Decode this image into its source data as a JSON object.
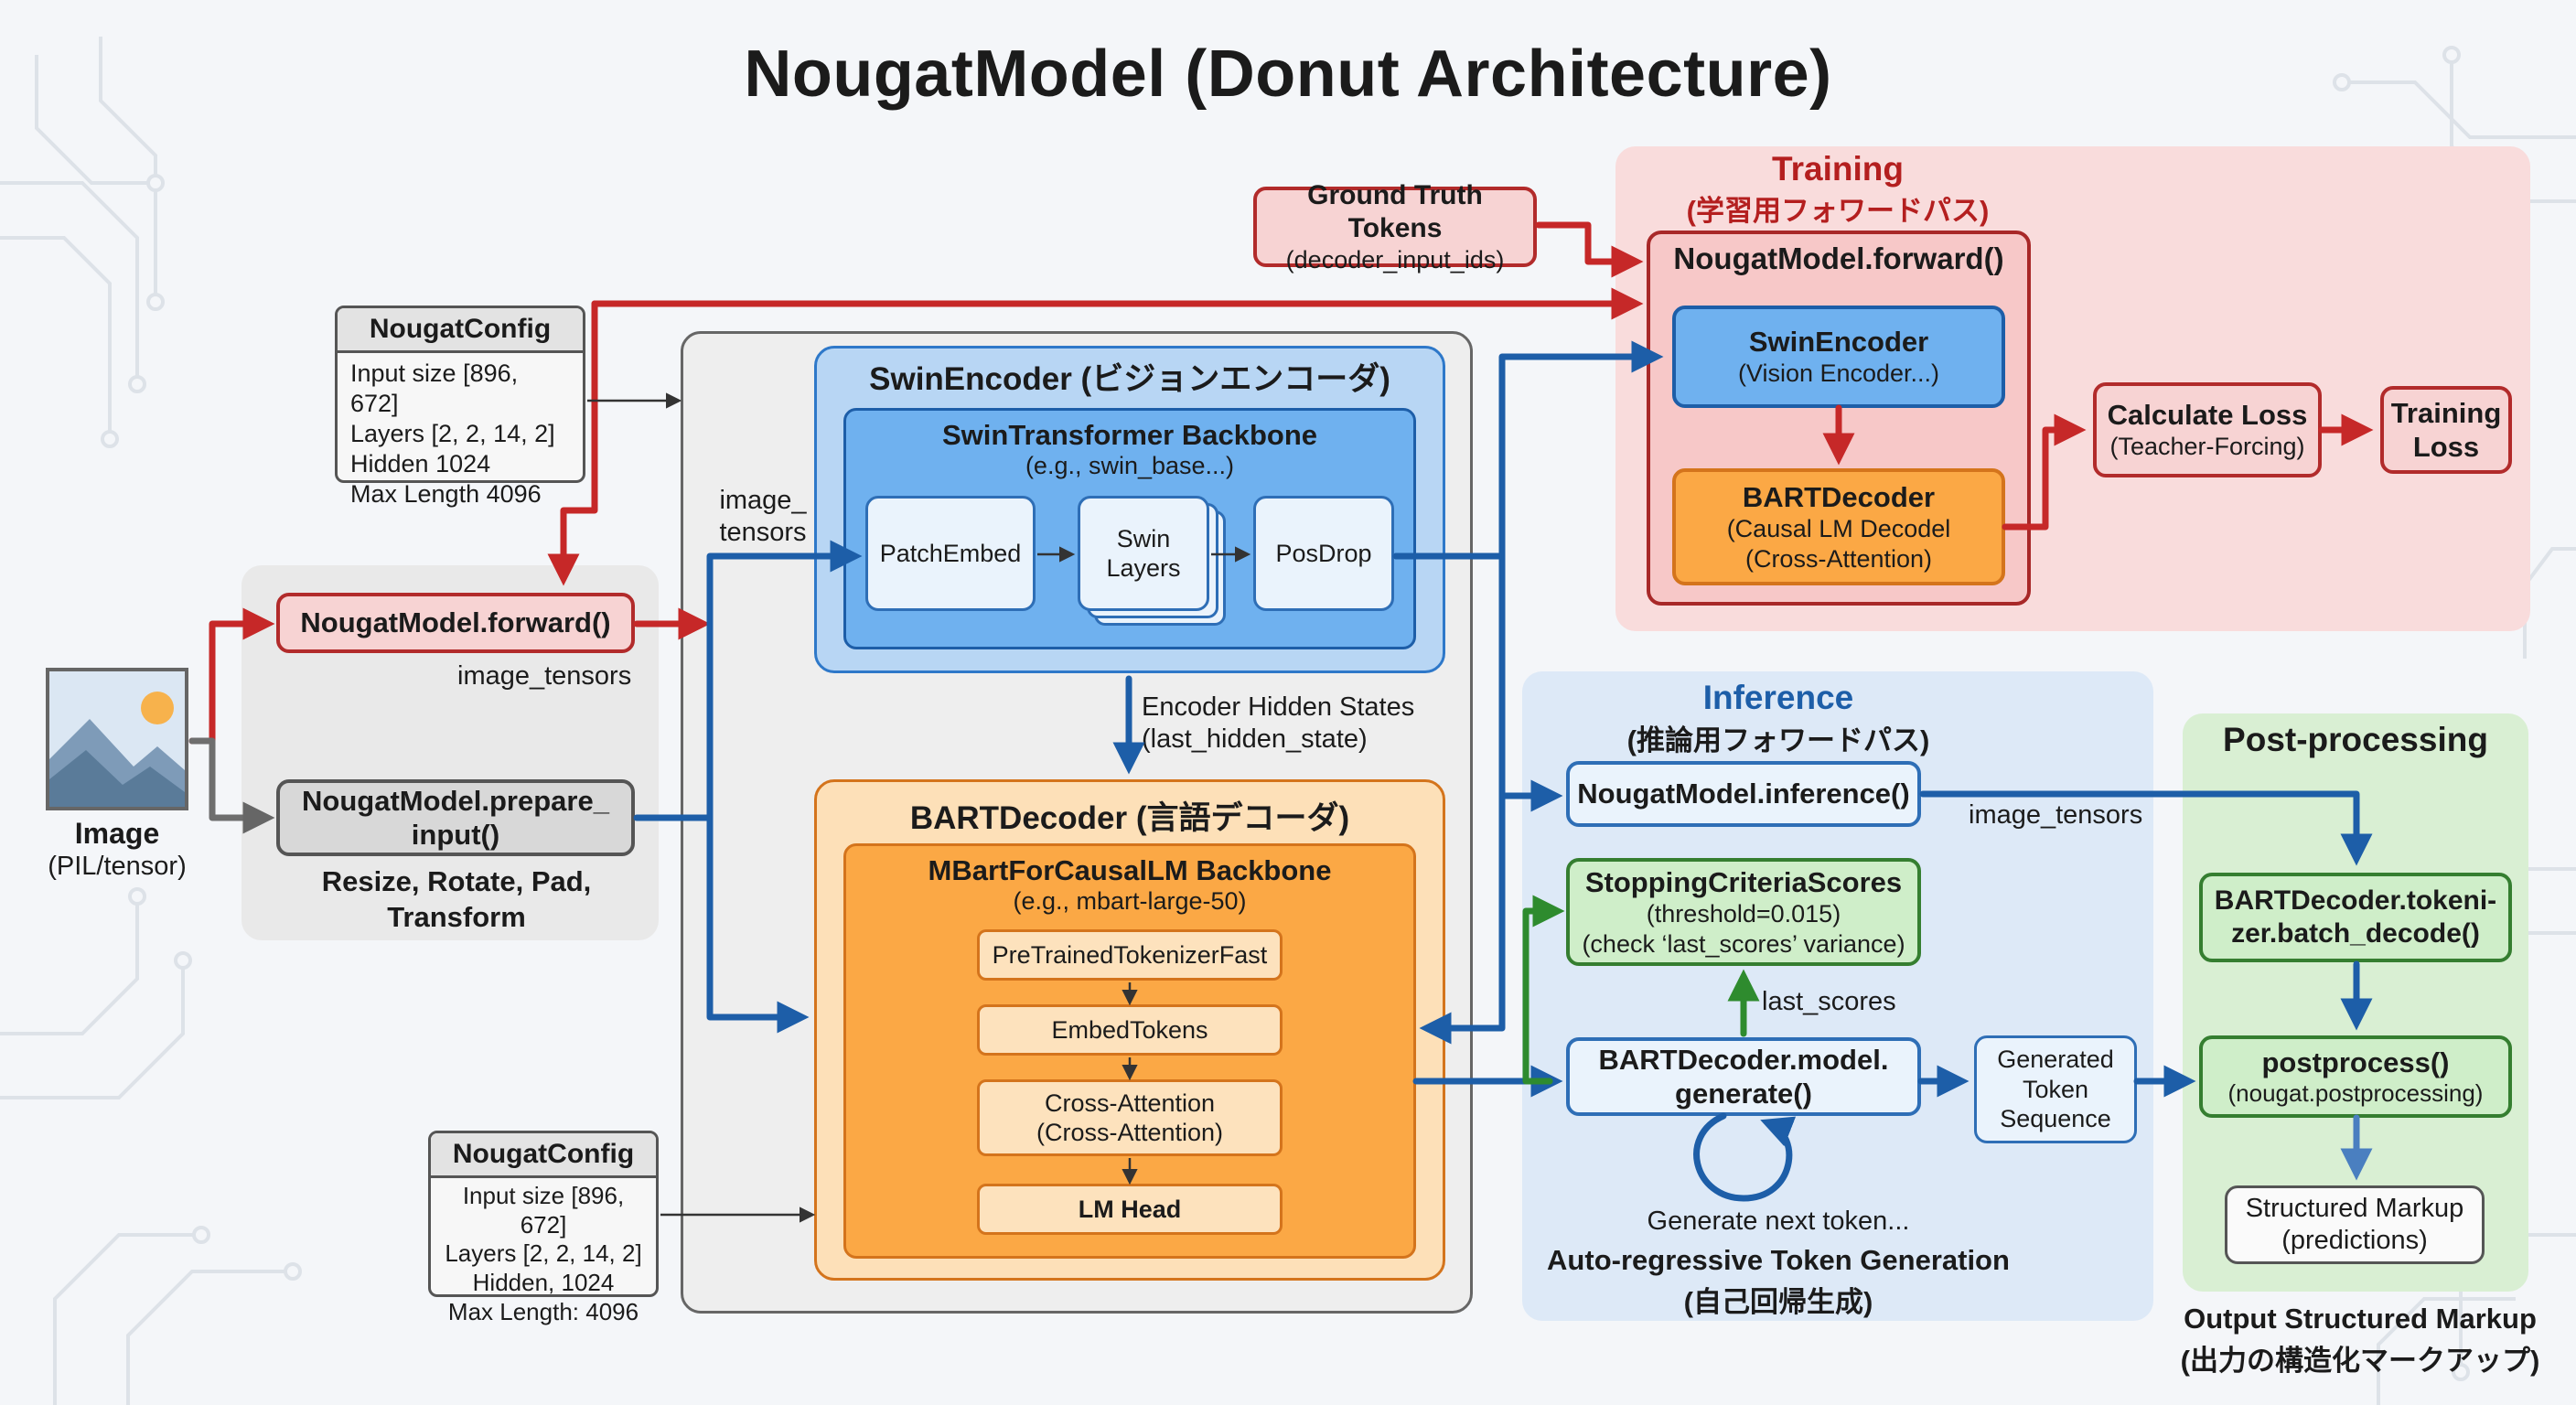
{
  "title": "NougatModel (Donut Architecture)",
  "colors": {
    "training": "#b41f1f",
    "inference": "#1d5ea8",
    "post": "#357e30",
    "encoder": "#2e78c9",
    "decoder": "#e38a2a"
  },
  "input": {
    "label": "Image",
    "sub": "(PIL/tensor)",
    "icon": "image-icon"
  },
  "preprocess": {
    "forward_label": "NougatModel.forward()",
    "image_tensors": "image_tensors",
    "prepare_label": "NougatModel.prepare_\ninput()",
    "caption": "Resize, Rotate, Pad,\nTransform"
  },
  "config_top": {
    "header": "NougatConfig",
    "rows": [
      "Input size [896, 672]",
      "Layers  [2, 2, 14, 2]",
      "Hidden 1024",
      "Max Length 4096"
    ]
  },
  "config_bottom": {
    "header": "NougatConfig",
    "rows": [
      "Input size [896, 672]",
      "Layers [2, 2, 14, 2]",
      "Hidden, 1024",
      "Max Length: 4096"
    ]
  },
  "encoder": {
    "title": "SwinEncoder (ビジョンエンコーダ)",
    "backbone": "SwinTransformer Backbone",
    "backbone_sub": "(e.g., swin_base...)",
    "image_tensors_label": "image_\ntensors",
    "patch_embed": "PatchEmbed",
    "swin_layers": "Swin\nLayers",
    "pos_drop": "PosDrop",
    "hidden_states": "Encoder Hidden States\n(last_hidden_state)"
  },
  "decoder": {
    "title": "BARTDecoder (言語デコーダ)",
    "backbone": "MBartForCausalLM Backbone",
    "backbone_sub": "(e.g., mbart-large-50)",
    "tokenizer": "PreTrainedTokenizerFast",
    "embed": "EmbedTokens",
    "cross": "Cross-Attention",
    "cross_sub": "(Cross-Attention)",
    "lm_head": "LM Head"
  },
  "training": {
    "title": "Training",
    "subtitle": "(学習用フォワードパス)",
    "gt": "Ground Truth Tokens",
    "gt_sub": "(decoder_input_ids)",
    "forward": "NougatModel.forward()",
    "swin": "SwinEncoder",
    "swin_sub": "(Vision Encoder...)",
    "bart": "BARTDecoder",
    "bart_sub": "(Causal LM Decodel\n(Cross-Attention)",
    "loss": "Calculate Loss",
    "loss_sub": "(Teacher-Forcing)",
    "training_loss": "Training\nLoss"
  },
  "inference": {
    "title": "Inference",
    "subtitle": "(推論用フォワードパス)",
    "call": "NougatModel.inference()",
    "image_tensors": "image_tensors",
    "stopping": "StoppingCriteriaScores",
    "stopping_sub": "(threshold=0.015)\n(check ‘last_scores’ variance)",
    "last_scores": "last_scores",
    "generate": "BARTDecoder.model.\ngenerate()",
    "generated": "Generated\nToken\nSequence",
    "next_token": "Generate next token...",
    "autoreg": "Auto-regressive Token Generation",
    "autoreg_sub": "(自己回帰生成)"
  },
  "post": {
    "title": "Post-processing",
    "batch_decode": "BARTDecoder.tokeni-\nzer.batch_decode()",
    "postprocess": "postprocess()",
    "postprocess_sub": "(nougat.postprocessing)",
    "markup": "Structured Markup\n(predictions)",
    "output": "Output Structured Markup",
    "output_sub": "(出力の構造化マークアップ)"
  }
}
